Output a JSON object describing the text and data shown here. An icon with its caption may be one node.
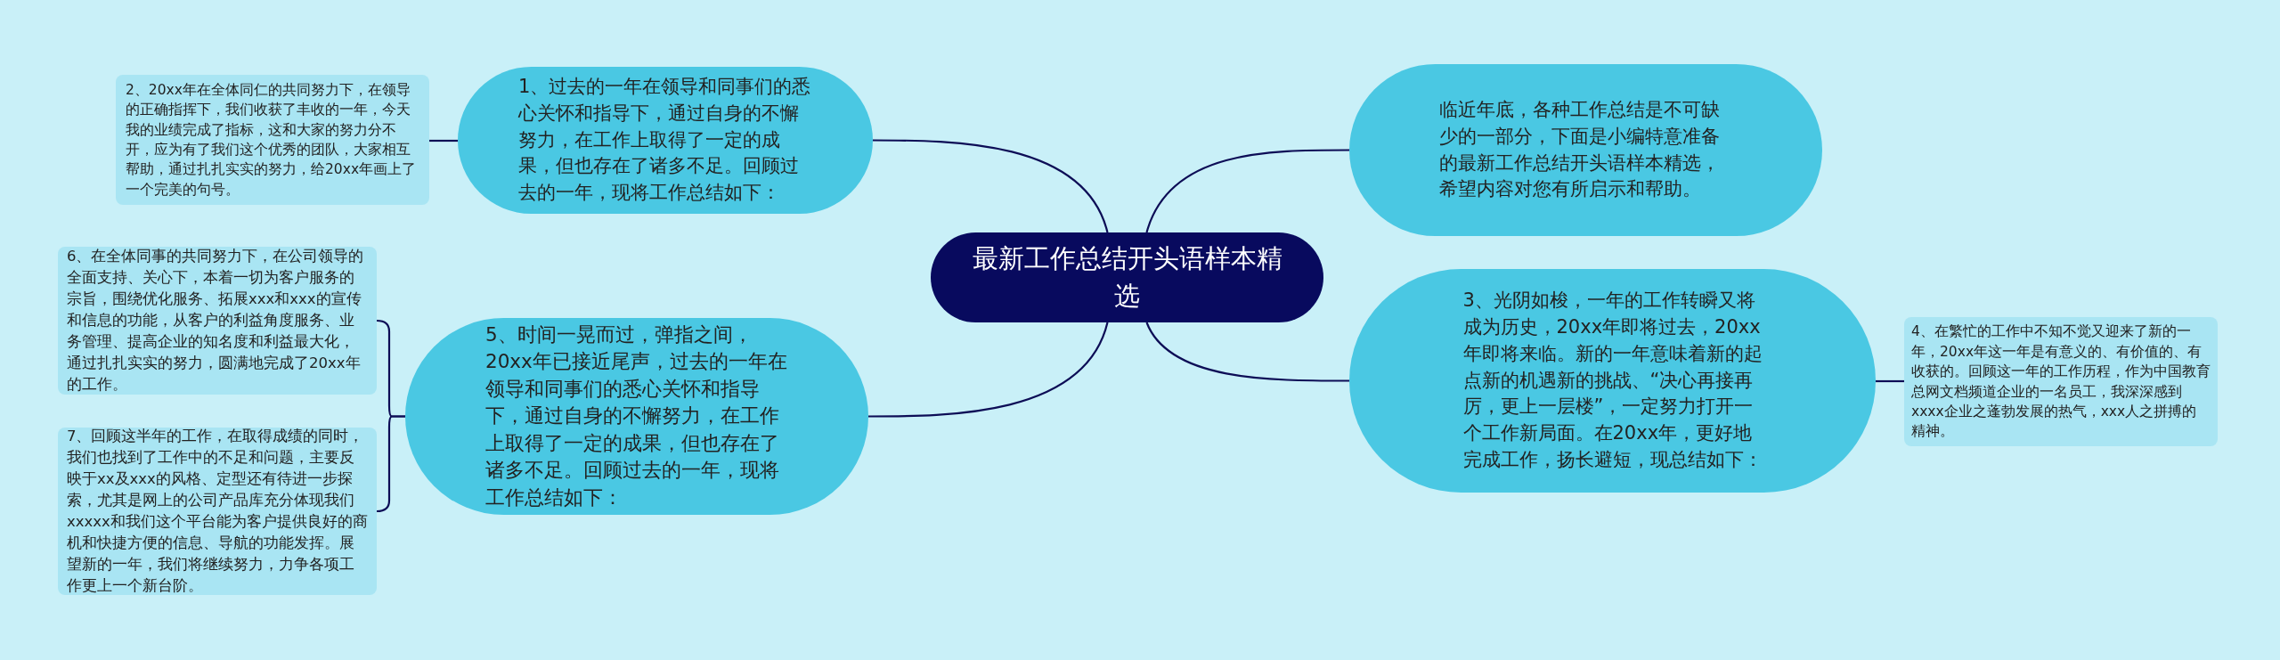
{
  "diagram": {
    "nodes": [
      {
        "text": [
          "最新工作总结开头语样本精选"
        ]
      },
      {
        "text": [
          "1、过去的一年在领导和同事们的悉心关怀和指导下，通过自身的不懈努力，在工作上取得了一定的成果，但也存在了诸多不足。回顾过去的一年，现将工作总结如下："
        ]
      },
      {
        "text": [
          "2、20xx年在全体同仁的共同努力下，在领导的正确指挥下，我们收获了丰收的一年，今天我的业绩完成了指标，这和大家的努力分不开，应为有了我们这个优秀的团队，大家相互帮助，通过扎扎实实的努力，给20xx年画上了一个完美的句号。"
        ]
      },
      {
        "text": [
          "临近年底，各种工作总结是不可缺少的一部分，下面是小编特意准备的最新工作总结开头语样本精选，希望内容对您有所启示和帮助。"
        ]
      },
      {
        "text": [
          "3、光阴如梭，一年的工作转瞬又将成为历史，20xx年即将过去，20xx年即将来临。新的一年意味着新的起点新的机遇新的挑战、“决心再接再厉，更上一层楼”，一定努力打开一个工作新局面。在20xx年，更好地完成工作，扬长避短，现总结如下："
        ]
      },
      {
        "text": [
          "4、在繁忙的工作中不知不觉又迎来了新的一年，20xx年这一年是有意义的、有价值的、有收获的。回顾这一年的工作历程，作为中国教育总网文档频道企业的一名员工，我深深感到xxxx企业之蓬勃发展的热气，xxx人之拼搏的精神。"
        ]
      },
      {
        "text": [
          "5、时间一晃而过，弹指之间，20xx年已接近尾声，过去的一年在领导和同事们的悉心关怀和指导下，通过自身的不懈努力，在工作上取得了一定的成果，但也存在了诸多不足。回顾过去的一年，现将工作总结如下："
        ]
      },
      {
        "text": [
          "6、在全体同事的共同努力下，在公司领导的全面支持、关心下，本着一切为客户服务的宗旨，围绕优化服务、拓展xxx和xxx的宣传和信息的功能，从客户的利益角度服务、业务管理、提高企业的知名度和利益最大化，通过扎扎实实的努力，圆满地完成了20xx年的工作。"
        ]
      },
      {
        "text": [
          "7、回顾这半年的工作，在取得成绩的同时，我们也找到了工作中的不足和问题，主要反映于xx及xxx的风格、定型还有待进一步探索，尤其是网上的公司产品库充分体现我们xxxxx和我们这个平台能为客户提供良好的商机和快捷方便的信息、导航的功能发挥。展望新的一年，我们将继续努力，力争各项工作更上一个新台阶。"
        ]
      }
    ],
    "edges": [
      {
        "from": 0,
        "to": 1,
        "arrow": "none"
      },
      {
        "from": 1,
        "to": 2,
        "arrow": "none"
      },
      {
        "from": 0,
        "to": 3,
        "arrow": "none"
      },
      {
        "from": 0,
        "to": 4,
        "arrow": "none"
      },
      {
        "from": 4,
        "to": 5,
        "arrow": "none"
      },
      {
        "from": 0,
        "to": 6,
        "arrow": "none"
      },
      {
        "from": 6,
        "to": 7,
        "arrow": "none"
      },
      {
        "from": 6,
        "to": 8,
        "arrow": "none"
      }
    ]
  }
}
